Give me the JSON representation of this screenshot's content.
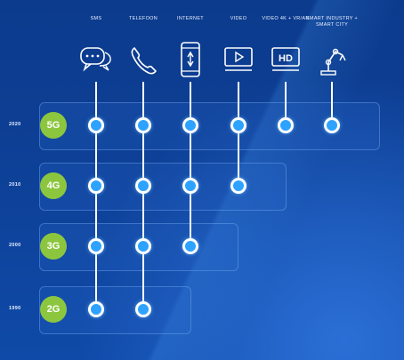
{
  "columns": [
    {
      "label": "SMS",
      "icon": "chat-bubbles-icon"
    },
    {
      "label": "TELEFOON",
      "icon": "phone-icon"
    },
    {
      "label": "INTERNET",
      "icon": "smartphone-icon"
    },
    {
      "label": "VIDEO",
      "icon": "video-play-icon"
    },
    {
      "label": "VIDEO 4K + VR/AR",
      "icon": "hd-video-icon"
    },
    {
      "label": "SMART INDUSTRY + SMART CITY",
      "icon": "robot-arm-icon"
    }
  ],
  "generations": [
    {
      "label": "5G",
      "year": "2020",
      "services": 6
    },
    {
      "label": "4G",
      "year": "2010",
      "services": 4
    },
    {
      "label": "3G",
      "year": "2000",
      "services": 3
    },
    {
      "label": "2G",
      "year": "1990",
      "services": 2
    }
  ],
  "colors": {
    "background": "#0d3f95",
    "generation_circle": "#8cc63f",
    "node": "#2ea2ff",
    "line": "#ffffff"
  }
}
